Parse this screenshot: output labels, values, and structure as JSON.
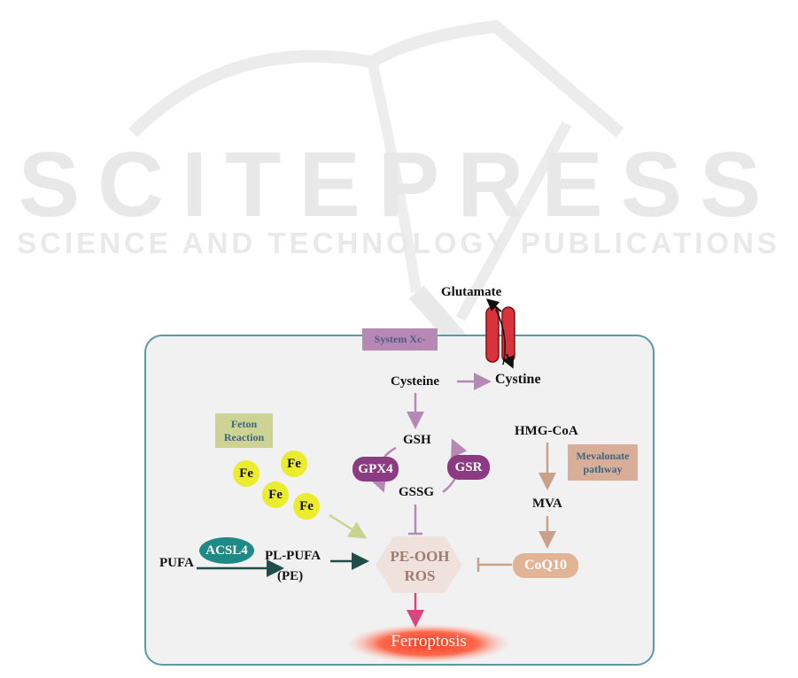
{
  "watermark": {
    "title": "SCITEPRESS",
    "subtitle": "SCIENCE AND TECHNOLOGY PUBLICATIONS"
  },
  "labels": {
    "glutamate": "Glutamate",
    "cystine": "Cystine",
    "cysteine": "Cysteine",
    "gsh": "GSH",
    "gssg": "GSSG",
    "hmg_coa": "HMG-CoA",
    "mva": "MVA",
    "pufa": "PUFA",
    "pl_pufa": "PL-PUFA",
    "pe": "(PE)",
    "pe_ooh": "PE-OOH",
    "ros": "ROS",
    "ferroptosis": "Ferroptosis"
  },
  "boxes": {
    "system_xc": "System Xc-",
    "fenton_line1": "Feton",
    "fenton_line2": "Reaction",
    "mevalonate_line1": "Mevalonate",
    "mevalonate_line2": "pathway"
  },
  "enzymes": {
    "gpx4": "GPX4",
    "gsr": "GSR",
    "acsl4": "ACSL4",
    "coq10": "CoQ10"
  },
  "iron": [
    "Fe",
    "Fe",
    "Fe",
    "Fe"
  ],
  "colors": {
    "cell_border": "#5a9aa6",
    "cell_fill": "#f1f1f1",
    "system_arrows": "#b689b4",
    "mevalonate_arrows": "#c9a08a",
    "pufa_arrows": "#1f4e4a",
    "fe_arrow": "#c8d48c",
    "ferroptosis_arrow": "#d9467e",
    "ferroptosis_glow": "#ff4a2a",
    "transporter": "#d8323a"
  }
}
